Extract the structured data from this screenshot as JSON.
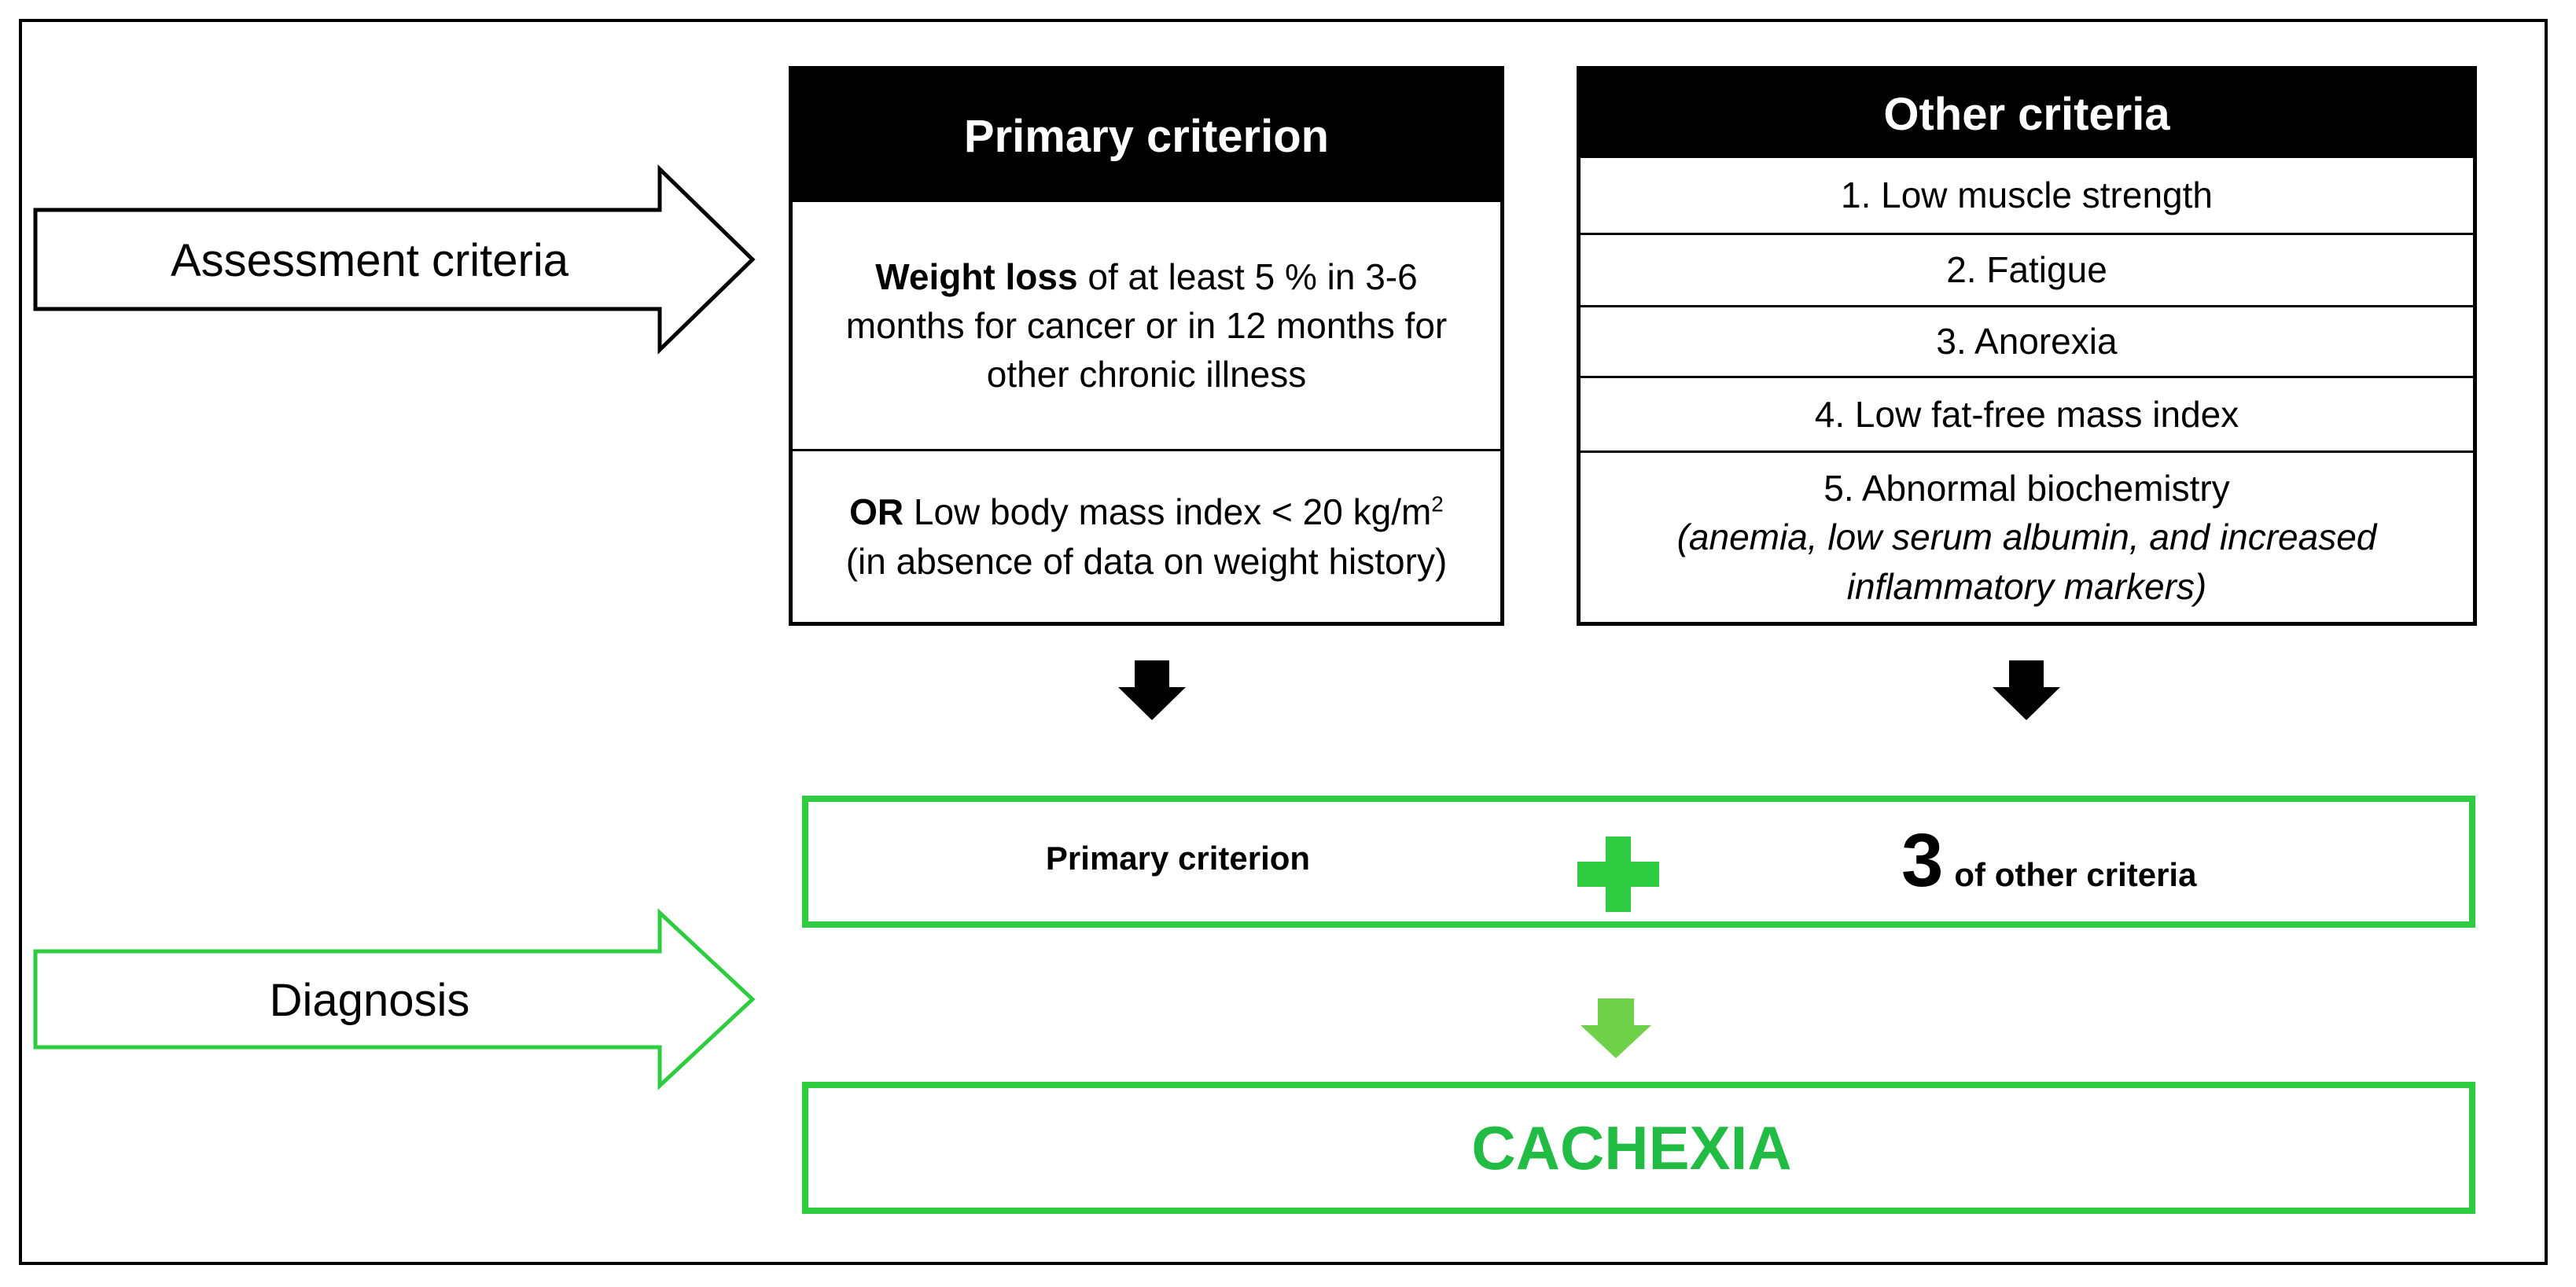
{
  "left_arrows": {
    "assessment_label": "Assessment criteria",
    "diagnosis_label": "Diagnosis"
  },
  "primary_box": {
    "header": "Primary criterion",
    "weight_loss_bold": "Weight loss",
    "weight_loss_text": " of at least 5 % in 3-6 months for cancer or in 12 months for other chronic illness",
    "bmi_bold": "OR",
    "bmi_text": " Low body mass index < 20 kg/m",
    "bmi_sup": "2",
    "bmi_note": "(in absence of data on weight history)"
  },
  "other_box": {
    "header": "Other criteria",
    "items": [
      "1. Low muscle strength",
      "2. Fatigue",
      "3. Anorexia",
      "4. Low fat-free mass index"
    ],
    "item5_title": "5. Abnormal biochemistry",
    "item5_note": "(anemia,  low serum albumin, and increased inflammatory markers)"
  },
  "diagnosis_rule": {
    "left": "Primary criterion",
    "count": "3",
    "right": "of other criteria"
  },
  "result": "CACHEXIA",
  "colors": {
    "black": "#000000",
    "green": "#2ecc40",
    "light_green": "#6fd04a",
    "result_text": "#22bb44"
  }
}
